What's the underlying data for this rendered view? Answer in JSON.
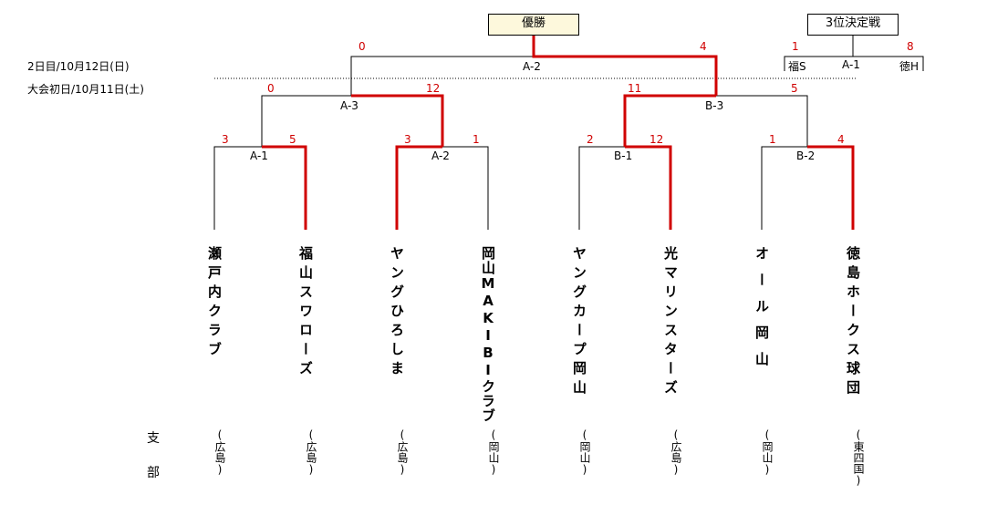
{
  "champion_label": "優勝",
  "third_place_label": "3位決定戦",
  "days": {
    "day2": "2日目/10月12日(日)",
    "day1": "大会初日/10月11日(土)"
  },
  "matches": {
    "final": {
      "label": "A-2",
      "left": "0",
      "right": "4"
    },
    "semi_a": {
      "label": "A-3",
      "left": "0",
      "right": "12"
    },
    "semi_b": {
      "label": "B-3",
      "left": "11",
      "right": "5"
    },
    "a1": {
      "label": "A-1",
      "left": "3",
      "right": "5"
    },
    "a2": {
      "label": "A-2",
      "left": "3",
      "right": "1"
    },
    "b1": {
      "label": "B-1",
      "left": "2",
      "right": "12"
    },
    "b2": {
      "label": "B-2",
      "left": "1",
      "right": "4"
    },
    "third": {
      "label": "A-1",
      "left": "1",
      "right": "8",
      "left_team": "福S",
      "right_team": "徳H"
    }
  },
  "teams": [
    {
      "name": "瀬戸内クラブ",
      "branch": "(広島)"
    },
    {
      "name": "福山スワローズ",
      "branch": "(広島)"
    },
    {
      "name": "ヤングひろしま",
      "branch": "(広島)"
    },
    {
      "name": "岡山MAKIBIクラブ",
      "branch": "(岡山)"
    },
    {
      "name": "ヤングカープ岡山",
      "branch": "(岡山)"
    },
    {
      "name": "光マリンスターズ",
      "branch": "(広島)"
    },
    {
      "name": "オール岡山",
      "branch": "(岡山)"
    },
    {
      "name": "徳島ホークス球団",
      "branch": "(東四国)"
    }
  ],
  "branch_header": {
    "char1": "支",
    "char2": "部"
  },
  "colors": {
    "win_line": "#d00000",
    "line": "#000000",
    "champion_bg": "#fdf8dc"
  }
}
